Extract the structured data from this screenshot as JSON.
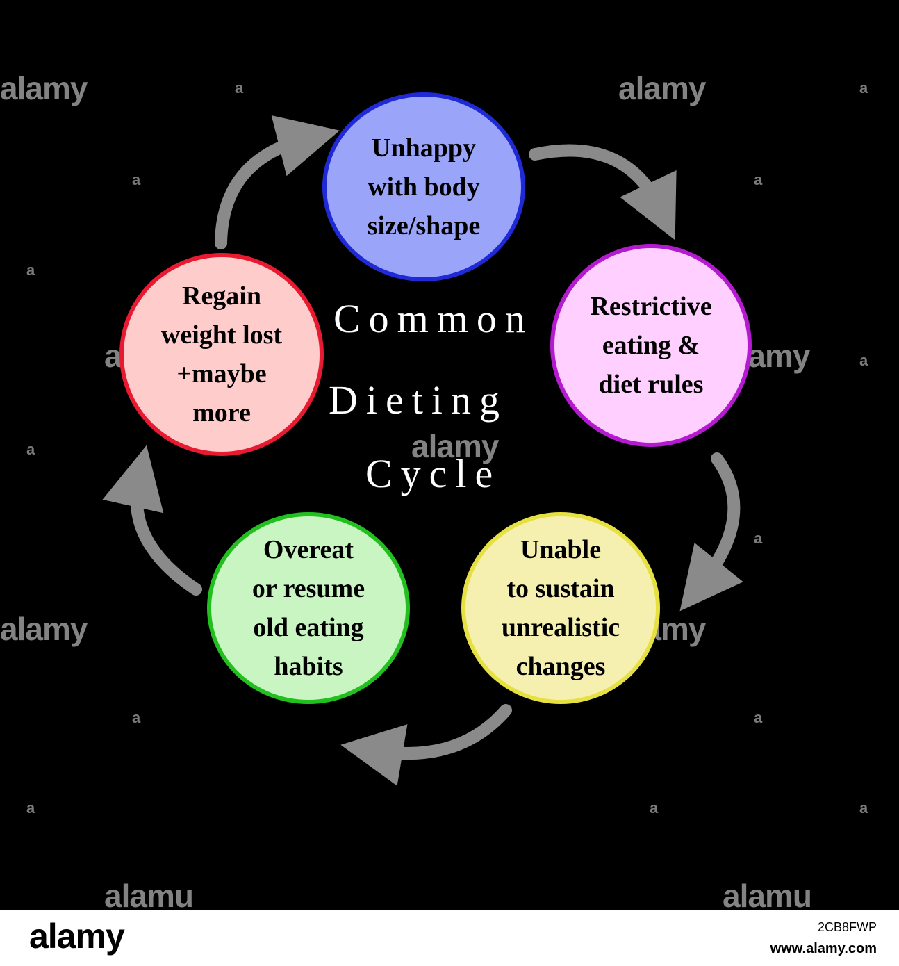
{
  "title_lines": [
    "Common",
    "Dieting",
    "Cycle"
  ],
  "nodes": [
    {
      "label": "Unhappy\nwith body\nsize/shape",
      "fill": "#9aa4f8",
      "border": "#1f2ad6"
    },
    {
      "label": "Restrictive\neating &\ndiet rules",
      "fill": "#ffd0ff",
      "border": "#b41ad0"
    },
    {
      "label": "Unable\nto sustain\nunrealistic\nchanges",
      "fill": "#f5f0b0",
      "border": "#e6e040"
    },
    {
      "label": "Overeat\nor resume\nold eating\nhabits",
      "fill": "#c8f5c2",
      "border": "#22c01e"
    },
    {
      "label": "Regain\nweight lost\n+maybe\nmore",
      "fill": "#ffcccc",
      "border": "#e81a32"
    }
  ],
  "arrow_color": "#8a8a8a",
  "watermark": {
    "text": "alamy",
    "mark": "a",
    "alt_text": "alamu"
  },
  "footer": {
    "logo": "alamy",
    "image_id": "2CB8FWP",
    "url": "www.alamy.com"
  }
}
